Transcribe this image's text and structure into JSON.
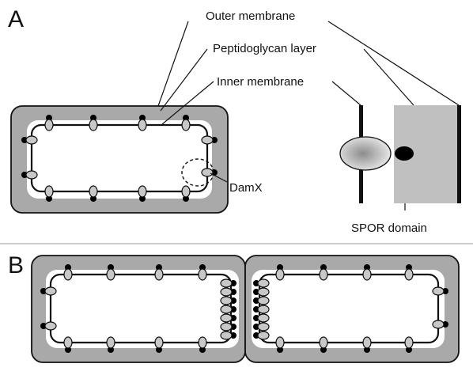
{
  "panels": [
    {
      "letter": "A",
      "labels": {
        "outer_membrane": "Outer membrane",
        "peptidoglycan_layer": "Peptidoglycan layer",
        "inner_membrane": "Inner membrane",
        "damx": "DamX",
        "spor_domain": "SPOR domain"
      }
    },
    {
      "letter": "B"
    }
  ],
  "colors": {
    "peptidoglycan_fill": "#a9a9a9",
    "periplasm_white": "#ffffff",
    "membrane_line": "#111111",
    "protein_fill": "#c8c8c8",
    "spor_domain_fill": "#000000",
    "zoom_peptidoglycan_fill": "#c0c0c0"
  }
}
